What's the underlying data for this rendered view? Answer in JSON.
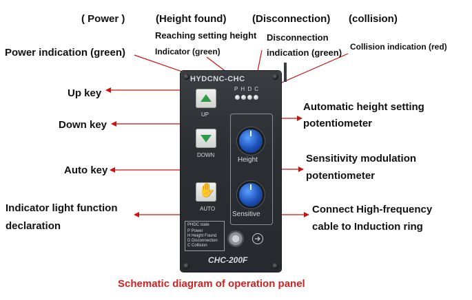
{
  "header_labels": {
    "power": "( Power )",
    "height_found": "(Height found)",
    "disconnection": "(Disconnection)",
    "collision": "(collision)"
  },
  "sub_labels": {
    "reaching_line1": "Reaching setting height",
    "reaching_line2": "Indicator (green)",
    "disconnection_line1": "Disconnection",
    "disconnection_line2": "indication (green)",
    "collision_indication": "Collision indication (red)"
  },
  "left_labels": {
    "power_indication": "Power indication (green)",
    "up_key": "Up key",
    "down_key": "Down key",
    "auto_key": "Auto key",
    "indicator_decl_line1": "Indicator light function",
    "indicator_decl_line2": "declaration"
  },
  "right_labels": {
    "auto_height_line1": "Automatic height setting",
    "auto_height_line2": "potentiometer",
    "sensitivity_line1": "Sensitivity modulation",
    "sensitivity_line2": "potentiometer",
    "connect_line1": "Connect High-frequency",
    "connect_line2": "cable to Induction ring"
  },
  "panel": {
    "brand": "HYDCNC-CHC",
    "led_letters": "P H D C",
    "up": "UP",
    "down": "DOWN",
    "auto": "AUTO",
    "height": "Height",
    "sensitive": "Sensitive",
    "state_title": "PHDC state",
    "state_items": [
      "Power",
      "Height Found",
      "Disconnection",
      "Collision"
    ],
    "state_keys": [
      "P",
      "H",
      "D",
      "C"
    ],
    "model": "CHC-200F"
  },
  "caption": "Schematic diagram of operation panel",
  "colors": {
    "arrow": "#cc1111",
    "caption": "#d42020",
    "key_green": "#2f9a4a",
    "knob_blue": "#1c4fb8"
  }
}
